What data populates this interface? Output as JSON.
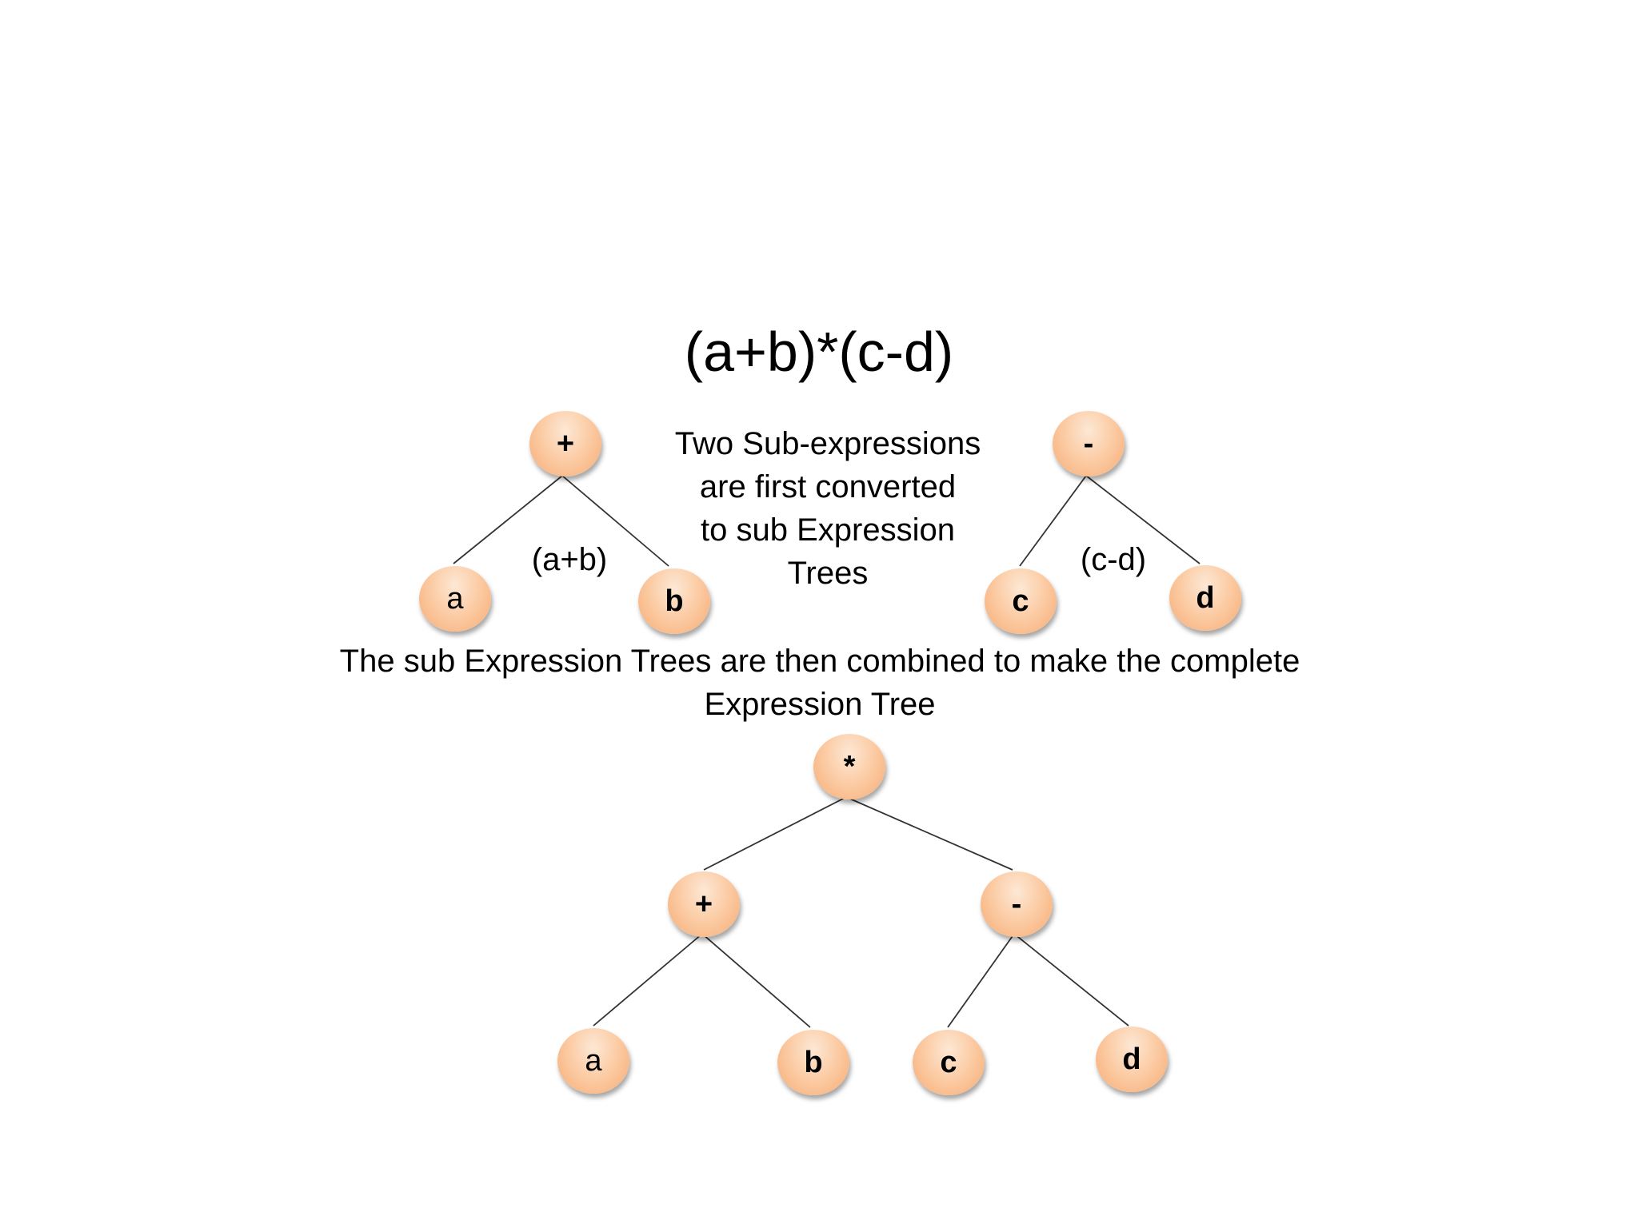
{
  "title": "(a+b)*(c-d)",
  "caption_sub": [
    "Two Sub-expressions",
    "are first converted",
    "to sub Expression",
    "Trees"
  ],
  "caption_combined": [
    "The sub Expression Trees are then combined to make the complete",
    "Expression Tree"
  ],
  "left_subtree": {
    "label": "(a+b)",
    "root": "+",
    "left": "a",
    "right": "b"
  },
  "right_subtree": {
    "label": "(c-d)",
    "root": "-",
    "left": "c",
    "right": "d"
  },
  "full_tree": {
    "root": "*",
    "left": {
      "op": "+",
      "left": "a",
      "right": "b"
    },
    "right": {
      "op": "-",
      "left": "c",
      "right": "d"
    }
  },
  "colors": {
    "node_fill": "#fbc79d",
    "edge": "#333333"
  }
}
